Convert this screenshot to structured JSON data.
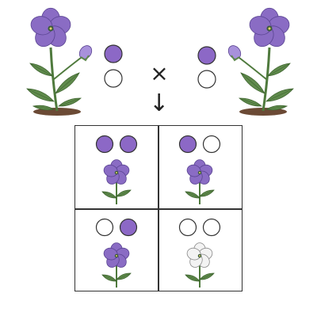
{
  "colors": {
    "dominant_allele": "#8c68c6",
    "recessive_allele": "#ffffff",
    "allele_stroke": "#333333",
    "purple_petal": "#8a6cc4",
    "purple_petal_light": "#a891db",
    "white_petal": "#f3f3f3",
    "leaf": "#5f8a4c",
    "stem": "#4f7a3d",
    "soil": "#6b4a35",
    "flower_center": "#3b5c3a"
  },
  "cross": {
    "operator_symbol": "×",
    "arrow_symbol": "↓"
  },
  "parents": [
    {
      "side": "left",
      "alleles": [
        "dominant",
        "recessive"
      ],
      "flower_color": "purple"
    },
    {
      "side": "right",
      "alleles": [
        "dominant",
        "recessive"
      ],
      "flower_color": "purple"
    }
  ],
  "punnett_cells": [
    {
      "alleles": [
        "dominant",
        "dominant"
      ],
      "flower_color": "purple"
    },
    {
      "alleles": [
        "dominant",
        "recessive"
      ],
      "flower_color": "purple"
    },
    {
      "alleles": [
        "recessive",
        "dominant"
      ],
      "flower_color": "purple"
    },
    {
      "alleles": [
        "recessive",
        "recessive"
      ],
      "flower_color": "white"
    }
  ],
  "icons": {
    "parent_plant": "purple-flowering-plant-icon",
    "offspring_flower": "flower-icon"
  }
}
